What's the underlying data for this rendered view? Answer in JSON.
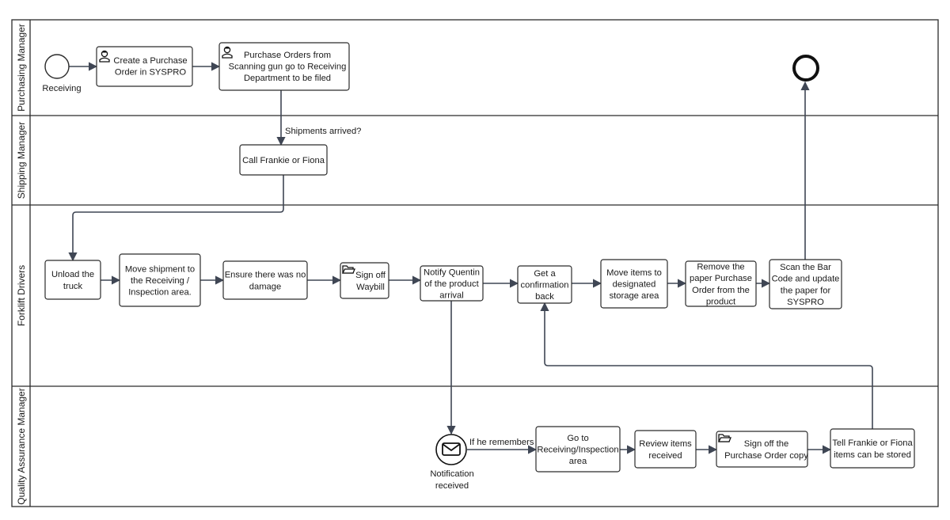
{
  "lanes": [
    {
      "id": "purchasing",
      "label": "Purchasing Manager"
    },
    {
      "id": "shipping",
      "label": "Shipping Manager"
    },
    {
      "id": "forklift",
      "label": "Forklift Drivers"
    },
    {
      "id": "qa",
      "label": "Quality Assurance Manager"
    }
  ],
  "events": {
    "start": {
      "label": "Receiving"
    },
    "notification": {
      "label_lines": [
        "Notification",
        "received"
      ],
      "icon": "envelope-icon"
    }
  },
  "tasks": [
    {
      "id": "t1",
      "lines": [
        "Create a Purchase",
        "Order in SYSPRO"
      ],
      "icon": "user-icon"
    },
    {
      "id": "t2",
      "lines": [
        "Purchase Orders from",
        "Scanning gun go to Receiving",
        "Department to be filed"
      ],
      "icon": "user-icon"
    },
    {
      "id": "t3",
      "lines": [
        "Call Frankie or Fiona"
      ],
      "icon": ""
    },
    {
      "id": "t4",
      "lines": [
        "Unload the",
        "truck"
      ],
      "icon": ""
    },
    {
      "id": "t5",
      "lines": [
        "Move shipment to",
        "the Receiving /",
        "Inspection area."
      ],
      "icon": ""
    },
    {
      "id": "t6",
      "lines": [
        "Ensure there was no",
        "damage"
      ],
      "icon": ""
    },
    {
      "id": "t7",
      "lines": [
        "Sign off",
        "Waybill"
      ],
      "icon": "folder-icon"
    },
    {
      "id": "t8",
      "lines": [
        "Notify Quentin",
        "of the product",
        "arrival"
      ],
      "icon": ""
    },
    {
      "id": "t9",
      "lines": [
        "Get a",
        "confirmation",
        "back"
      ],
      "icon": ""
    },
    {
      "id": "t10",
      "lines": [
        "Move items to",
        "designated",
        "storage area"
      ],
      "icon": ""
    },
    {
      "id": "t11",
      "lines": [
        "Remove the",
        "paper Purchase",
        "Order from the",
        "product"
      ],
      "icon": ""
    },
    {
      "id": "t12",
      "lines": [
        "Scan the Bar",
        "Code and update",
        "the paper for",
        "SYSPRO"
      ],
      "icon": ""
    },
    {
      "id": "t13",
      "lines": [
        "Go to",
        "Receiving/Inspection",
        "area"
      ],
      "icon": ""
    },
    {
      "id": "t14",
      "lines": [
        "Review items",
        "received"
      ],
      "icon": ""
    },
    {
      "id": "t15",
      "lines": [
        "Sign off the",
        "Purchase Order copy"
      ],
      "icon": "folder-icon"
    },
    {
      "id": "t16",
      "lines": [
        "Tell Frankie or Fiona",
        "items can be stored"
      ],
      "icon": ""
    }
  ],
  "flow_labels": {
    "shipments": "Shipments arrived?",
    "remembers": "If he remembers"
  }
}
